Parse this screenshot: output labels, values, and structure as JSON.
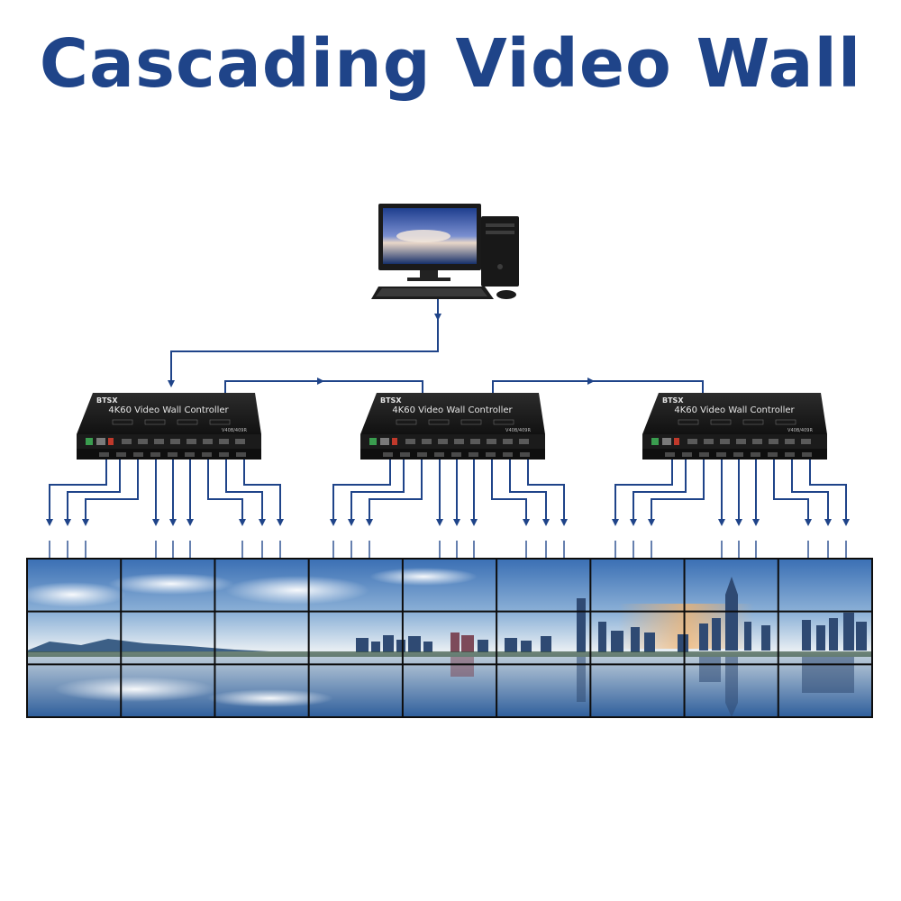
{
  "title": "Cascading Video Wall",
  "controllers": [
    {
      "brand": "BTSX",
      "label": "4K60 Video Wall Controller",
      "model": "V40B/409R"
    },
    {
      "brand": "BTSX",
      "label": "4K60 Video Wall Controller",
      "model": "V40B/409R"
    },
    {
      "brand": "BTSX",
      "label": "4K60 Video Wall Controller",
      "model": "V40B/409R"
    }
  ],
  "wall": {
    "columns": 9,
    "rows": 3
  },
  "colors": {
    "title": "#1f4489",
    "wire": "#1f4489",
    "device": "#1c1c1c",
    "sky_top": "#3e73b6",
    "sky_horizon": "#d9e6f2",
    "water": "#2f5f9c",
    "bezel": "#0d0d0d"
  }
}
